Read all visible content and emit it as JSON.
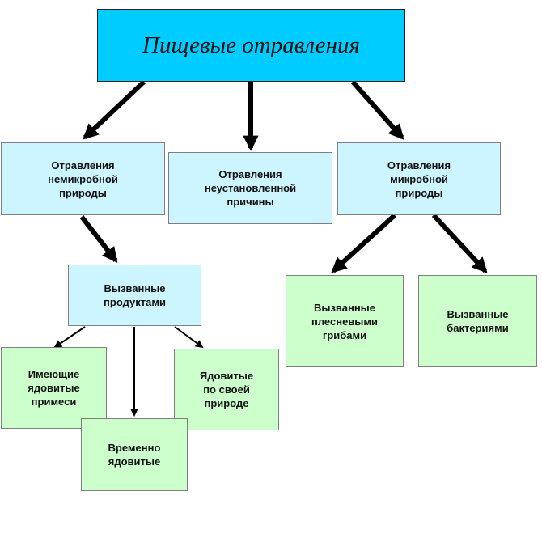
{
  "title": "Пищевые отравления",
  "level1": {
    "nonmicrobial": "Отравления\nнемикробной\nприроды",
    "unknown": "Отравления\nнеустановленной\nпричины",
    "microbial": "Отравления\nмикробной\nприроды"
  },
  "nonmicrobial_branch": {
    "products": "Вызванные\nпродуктами",
    "impurities": "Имеющие\nядовитые\nпримеси",
    "temporary": "Временно\nядовитые",
    "natural": "Ядовитые\nпо своей\nприроде"
  },
  "microbial_branch": {
    "mold": "Вызванные\nплесневыми\nгрибами",
    "bacteria": "Вызванные\nбактериями"
  },
  "colors": {
    "title_fill": "#00ccff",
    "category_fill": "#ccf5ff",
    "leaf_fill": "#ccffcc",
    "arrow": "#000000"
  }
}
